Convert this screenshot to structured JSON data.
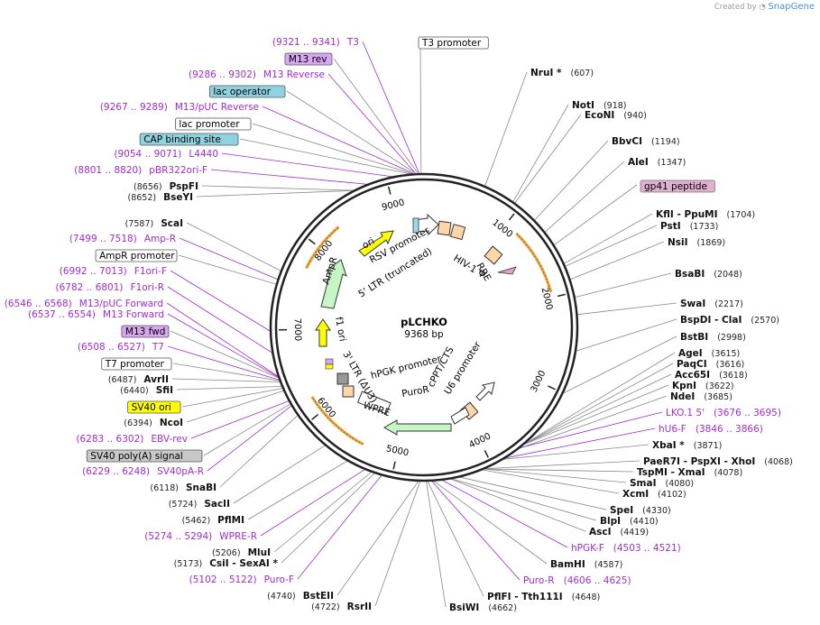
{
  "credit": {
    "prefix": "Created by",
    "brand": "SnapGene"
  },
  "plasmid": {
    "name": "pLCHKO",
    "size": "9368 bp"
  },
  "ring_ticks": [
    "1000",
    "2000",
    "3000",
    "4000",
    "5000",
    "6000",
    "7000",
    "8000",
    "9000"
  ],
  "features": [
    {
      "label": "RSV promoter",
      "color": "#ffffff"
    },
    {
      "label": "5' LTR (truncated)",
      "color": "#ffffff"
    },
    {
      "label": "HIV-1 Ψ",
      "color": "#ffffff"
    },
    {
      "label": "RRE",
      "color": "#ffffff"
    },
    {
      "label": "cPPT/CTS",
      "color": "#ffffff"
    },
    {
      "label": "U6 promoter",
      "color": "#ffffff"
    },
    {
      "label": "hPGK promoter",
      "color": "#ffffff"
    },
    {
      "label": "PuroR",
      "color": "#c6f5c6"
    },
    {
      "label": "WPRE",
      "color": "#ffffff"
    },
    {
      "label": "3' LTR (ΔU3)",
      "color": "#ffffff"
    },
    {
      "label": "f1 ori",
      "color": "#ffff00"
    },
    {
      "label": "AmpR",
      "color": "#c6f5c6"
    },
    {
      "label": "ori",
      "color": "#ffff00"
    }
  ],
  "right_labels": [
    {
      "name": "NruI *",
      "pos": "(607)"
    },
    {
      "name": "NotI",
      "pos": "(918)"
    },
    {
      "name": "EcoNI",
      "pos": "(940)"
    },
    {
      "name": "BbvCI",
      "pos": "(1194)"
    },
    {
      "name": "AleI",
      "pos": "(1347)"
    },
    {
      "name": "KflI  -  PpuMI",
      "pos": "(1704)"
    },
    {
      "name": "PstI",
      "pos": "(1733)"
    },
    {
      "name": "NsiI",
      "pos": "(1869)"
    },
    {
      "name": "BsaBI",
      "pos": "(2048)"
    },
    {
      "name": "SwaI",
      "pos": "(2217)"
    },
    {
      "name": "BspDI  -  ClaI",
      "pos": "(2570)"
    },
    {
      "name": "BstBI",
      "pos": "(2998)"
    },
    {
      "name": "AgeI",
      "pos": "(3615)"
    },
    {
      "name": "PaqCI",
      "pos": "(3616)"
    },
    {
      "name": "Acc65I",
      "pos": "(3618)"
    },
    {
      "name": "KpnI",
      "pos": "(3622)"
    },
    {
      "name": "NdeI",
      "pos": "(3685)"
    },
    {
      "name": "XbaI *",
      "pos": "(3871)"
    },
    {
      "name": "PaeR7I  -  PspXI  -  XhoI",
      "pos": "(4068)"
    },
    {
      "name": "TspMI  -  XmaI",
      "pos": "(4078)"
    },
    {
      "name": "SmaI",
      "pos": "(4080)"
    },
    {
      "name": "XcmI",
      "pos": "(4102)"
    },
    {
      "name": "SpeI",
      "pos": "(4330)"
    },
    {
      "name": "BlpI",
      "pos": "(4410)"
    },
    {
      "name": "AscI",
      "pos": "(4419)"
    },
    {
      "name": "BamHI",
      "pos": "(4587)"
    },
    {
      "name": "PflFI  -  Tth111I",
      "pos": "(4648)"
    },
    {
      "name": "BsiWI",
      "pos": "(4662)"
    }
  ],
  "right_primers": [
    {
      "name": "LKO.1 5'",
      "range": "(3676 .. 3695)"
    },
    {
      "name": "hU6-F",
      "range": "(3846 .. 3866)"
    },
    {
      "name": "hPGK-F",
      "range": "(4503 .. 4521)"
    },
    {
      "name": "Puro-R",
      "range": "(4606 .. 4625)"
    }
  ],
  "right_boxes": [
    {
      "label": "gp41 peptide"
    }
  ],
  "left_labels": [
    {
      "name": "PspFI",
      "pos": "(8656)"
    },
    {
      "name": "BseYI",
      "pos": "(8652)"
    },
    {
      "name": "ScaI",
      "pos": "(7587)"
    },
    {
      "name": "AvrII",
      "pos": "(6487)"
    },
    {
      "name": "SfiI",
      "pos": "(6440)"
    },
    {
      "name": "NcoI",
      "pos": "(6394)"
    },
    {
      "name": "SnaBI",
      "pos": "(6118)"
    },
    {
      "name": "SacII",
      "pos": "(5724)"
    },
    {
      "name": "PflMI",
      "pos": "(5462)"
    },
    {
      "name": "MluI",
      "pos": "(5206)"
    },
    {
      "name": "CsiI  -  SexAI *",
      "pos": "(5173)"
    },
    {
      "name": "BstEII",
      "pos": "(4740)"
    },
    {
      "name": "RsrII",
      "pos": "(4722)"
    }
  ],
  "left_primers": [
    {
      "name": "T3",
      "range": "(9321 .. 9341)"
    },
    {
      "name": "M13 Reverse",
      "range": "(9286 .. 9302)"
    },
    {
      "name": "M13/pUC Reverse",
      "range": "(9267 .. 9289)"
    },
    {
      "name": "L4440",
      "range": "(9054 .. 9071)"
    },
    {
      "name": "pBR322ori-F",
      "range": "(8801 .. 8820)"
    },
    {
      "name": "Amp-R",
      "range": "(7499 .. 7518)"
    },
    {
      "name": "F1ori-F",
      "range": "(6992 .. 7013)"
    },
    {
      "name": "F1ori-R",
      "range": "(6782 .. 6801)"
    },
    {
      "name": "M13/pUC Forward",
      "range": "(6546 .. 6568)"
    },
    {
      "name": "M13 Forward",
      "range": "(6537 .. 6554)"
    },
    {
      "name": "T7",
      "range": "(6508 .. 6527)"
    },
    {
      "name": "EBV-rev",
      "range": "(6283 .. 6302)"
    },
    {
      "name": "SV40pA-R",
      "range": "(6229 .. 6248)"
    },
    {
      "name": "WPRE-R",
      "range": "(5274 .. 5294)"
    },
    {
      "name": "Puro-F",
      "range": "(5102 .. 5122)"
    }
  ],
  "boxes": [
    {
      "label": "T3 promoter",
      "color": "#ffffff"
    },
    {
      "label": "M13 rev",
      "color": "#d9a6f2"
    },
    {
      "label": "lac operator",
      "color": "#8fd3e0"
    },
    {
      "label": "lac promoter",
      "color": "#ffffff"
    },
    {
      "label": "CAP binding site",
      "color": "#8fd3e0"
    },
    {
      "label": "AmpR promoter",
      "color": "#ffffff"
    },
    {
      "label": "M13 fwd",
      "color": "#d9a6f2"
    },
    {
      "label": "T7 promoter",
      "color": "#ffffff"
    },
    {
      "label": "SV40 ori",
      "color": "#ffff00"
    },
    {
      "label": "SV40 poly(A) signal",
      "color": "#c8c8c8"
    }
  ]
}
